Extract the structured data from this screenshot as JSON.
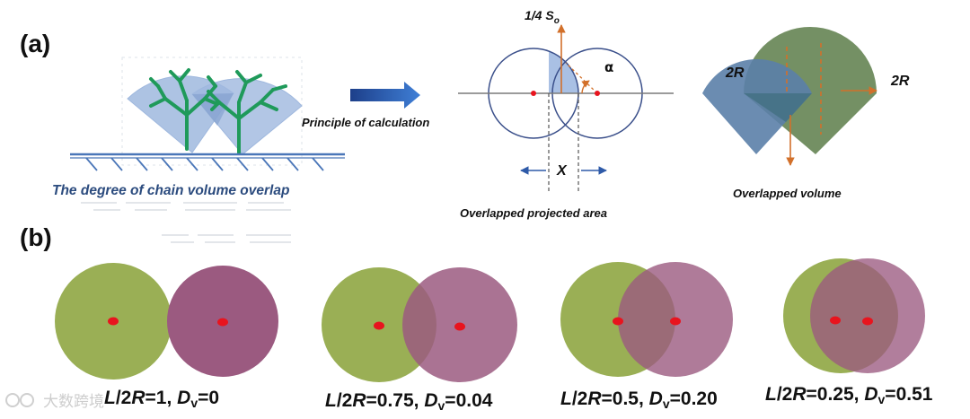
{
  "panel_a": {
    "label": "(a)",
    "chain_caption": "The degree of chain volume overlap",
    "arrow_caption": "Principle of calculation",
    "projection": {
      "top_label": "1/4 S",
      "top_label_sub": "o",
      "angle_label": "α",
      "x_label": "X",
      "caption": "Overlapped projected area"
    },
    "volume": {
      "label_left": "2R",
      "label_right": "2R",
      "caption": "Overlapped volume"
    }
  },
  "panel_b": {
    "label": "(b)",
    "cases": [
      {
        "l_over_2r": "1",
        "dv": "0"
      },
      {
        "l_over_2r": "0.75",
        "dv": "0.04"
      },
      {
        "l_over_2r": "0.5",
        "dv": "0.20"
      },
      {
        "l_over_2r": "0.25",
        "dv": "0.51"
      }
    ]
  },
  "colors": {
    "green_circle": "#9aaf55",
    "purple_circle": "#9b5a80",
    "center_dot": "#e8141e",
    "arrow_blue": "#2e5aa8",
    "tree_green": "#1f9a5a",
    "cone_blue": "#9fb8de",
    "volume_blue": "#5b7fa8",
    "volume_green": "#6d8a5c",
    "orange_arrow": "#d2702a"
  },
  "watermark": "大数跨境"
}
